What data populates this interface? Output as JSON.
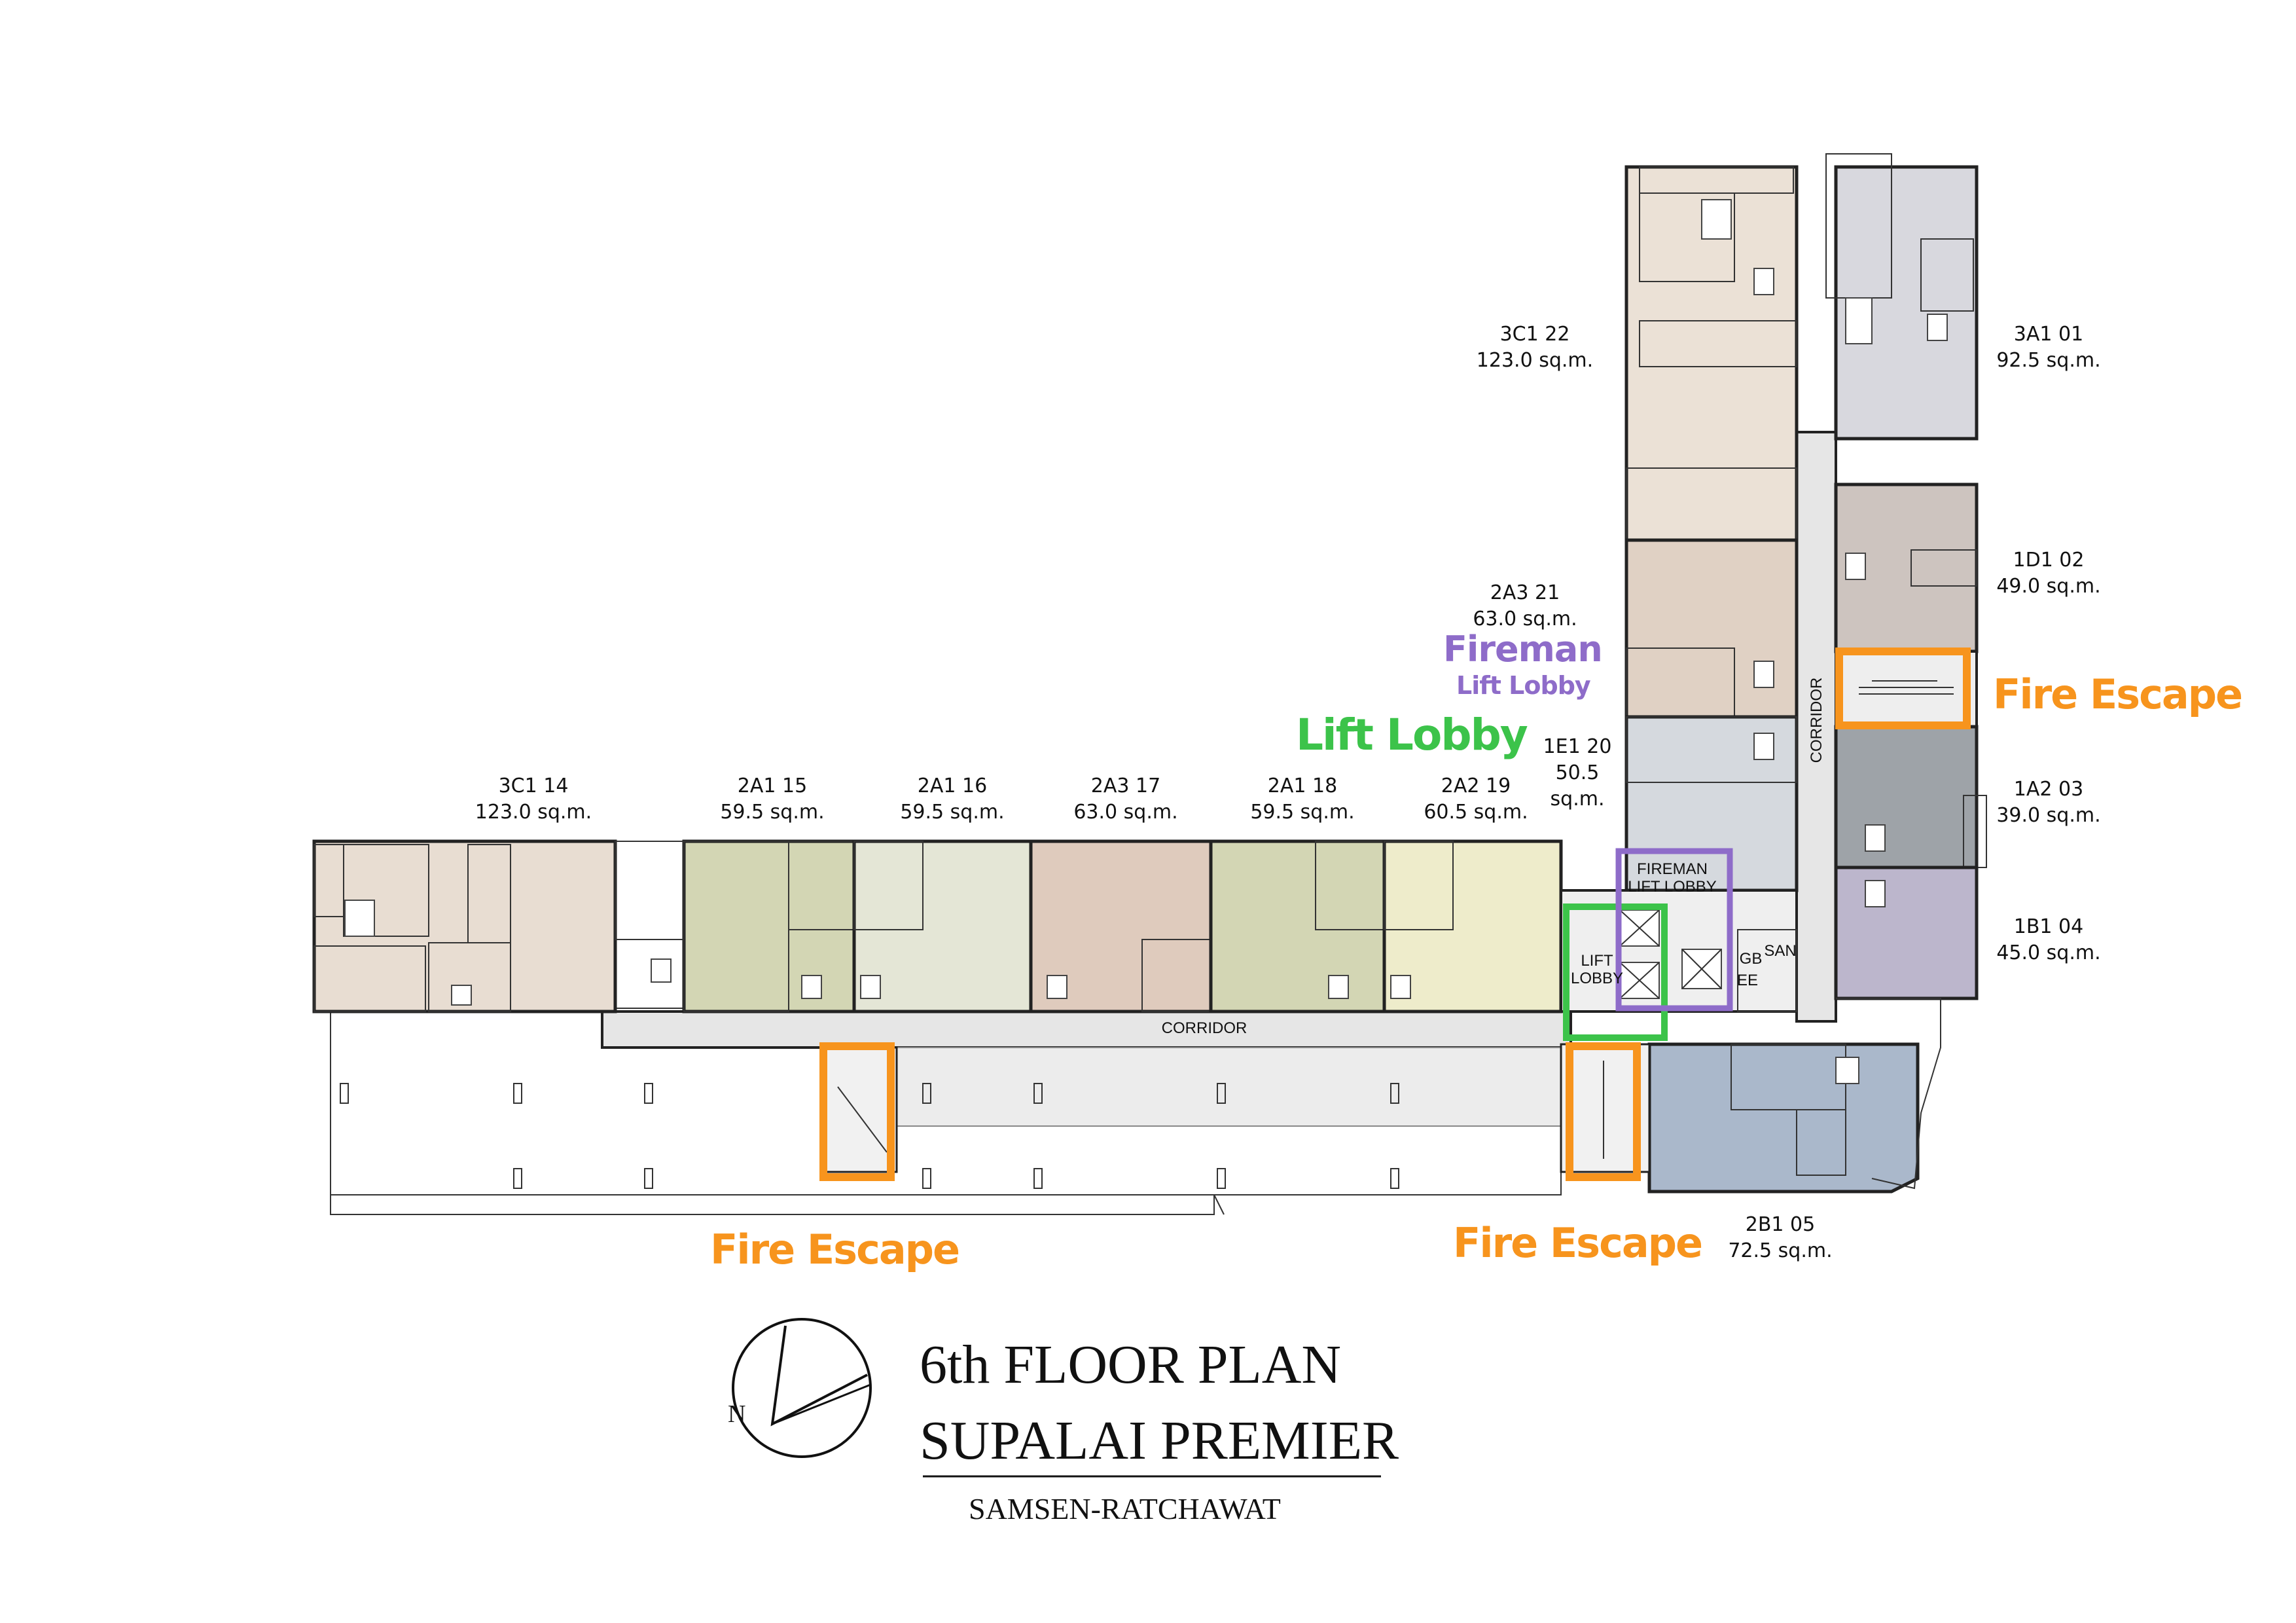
{
  "plan": {
    "title": "6th FLOOR PLAN",
    "project": "SUPALAI PREMIER",
    "location": "SAMSEN-RATCHAWAT",
    "north_label": "N"
  },
  "corridor_labels": {
    "horizontal": "CORRIDOR",
    "vertical": "CORRIDOR"
  },
  "units": [
    {
      "id": "u14",
      "code": "3C1  14",
      "area": "123.0 sq.m.",
      "color": "#e8ddd2"
    },
    {
      "id": "u15",
      "code": "2A1  15",
      "area": "59.5 sq.m.",
      "color": "#d3d6b4"
    },
    {
      "id": "u16",
      "code": "2A1  16",
      "area": "59.5 sq.m.",
      "color": "#e4e6d6"
    },
    {
      "id": "u17",
      "code": "2A3  17",
      "area": "63.0 sq.m.",
      "color": "#dfcbbd"
    },
    {
      "id": "u18",
      "code": "2A1  18",
      "area": "59.5 sq.m.",
      "color": "#d3d6b4"
    },
    {
      "id": "u19",
      "code": "2A2  19",
      "area": "60.5 sq.m.",
      "color": "#eeeccb"
    },
    {
      "id": "u20",
      "code": "1E1  20",
      "area_lines": [
        "50.5",
        "sq.m."
      ],
      "color": "#d5d9de"
    },
    {
      "id": "u21",
      "code": "2A3  21",
      "area": "63.0 sq.m.",
      "color": "#e0d1c4"
    },
    {
      "id": "u22",
      "code": "3C1  22",
      "area": "123.0 sq.m.",
      "color": "#ebe1d6"
    },
    {
      "id": "u01",
      "code": "3A1  01",
      "area": "92.5 sq.m.",
      "color": "#d8d8de"
    },
    {
      "id": "u02",
      "code": "1D1  02",
      "area": "49.0 sq.m.",
      "color": "#cdc4bf"
    },
    {
      "id": "u03",
      "code": "1A2  03",
      "area": "39.0 sq.m.",
      "color": "#9ea3a8"
    },
    {
      "id": "u04",
      "code": "1B1  04",
      "area": "45.0 sq.m.",
      "color": "#bcb6cc"
    },
    {
      "id": "u05",
      "code": "2B1  05",
      "area": "72.5 sq.m.",
      "color": "#aab8cb"
    }
  ],
  "callouts": {
    "fire_escape": "Fire Escape",
    "lift_lobby": "Lift Lobby",
    "fireman": "Fireman",
    "fireman_lift_lobby": "Lift Lobby"
  },
  "room_labels": {
    "lift_lobby_1": "LIFT",
    "lift_lobby_2": "LOBBY",
    "fireman_lift_lobby_1": "FIREMAN",
    "fireman_lift_lobby_2": "LIFT LOBBY",
    "gb": "GB",
    "san": "SAN",
    "ee": "EE"
  },
  "colors": {
    "fire_escape": "#f7941d",
    "lift_lobby": "#3cc34a",
    "fireman": "#8e6cc9",
    "corridor": "#e6e6e6"
  }
}
